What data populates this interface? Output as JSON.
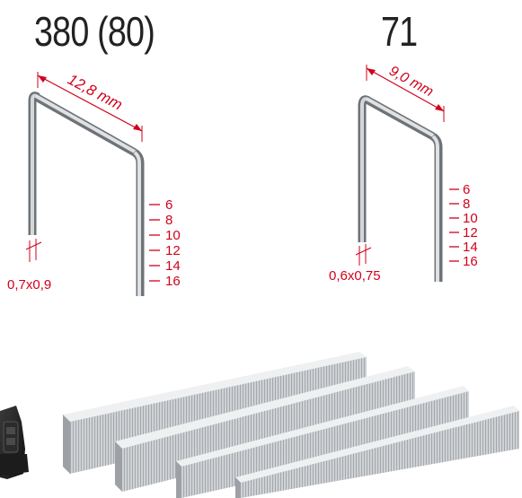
{
  "left_staple": {
    "title": "380 (80)",
    "crown_width": "12,8 mm",
    "wire": "0,7x0,9",
    "lengths": [
      "6",
      "8",
      "10",
      "12",
      "14",
      "16"
    ]
  },
  "right_staple": {
    "title": "71",
    "crown_width": "9,0 mm",
    "wire": "0,6x0,75",
    "lengths": [
      "6",
      "8",
      "10",
      "12",
      "14",
      "16"
    ]
  },
  "colors": {
    "accent": "#d0021b",
    "text": "#222222",
    "steel": "#b8bcc0"
  }
}
